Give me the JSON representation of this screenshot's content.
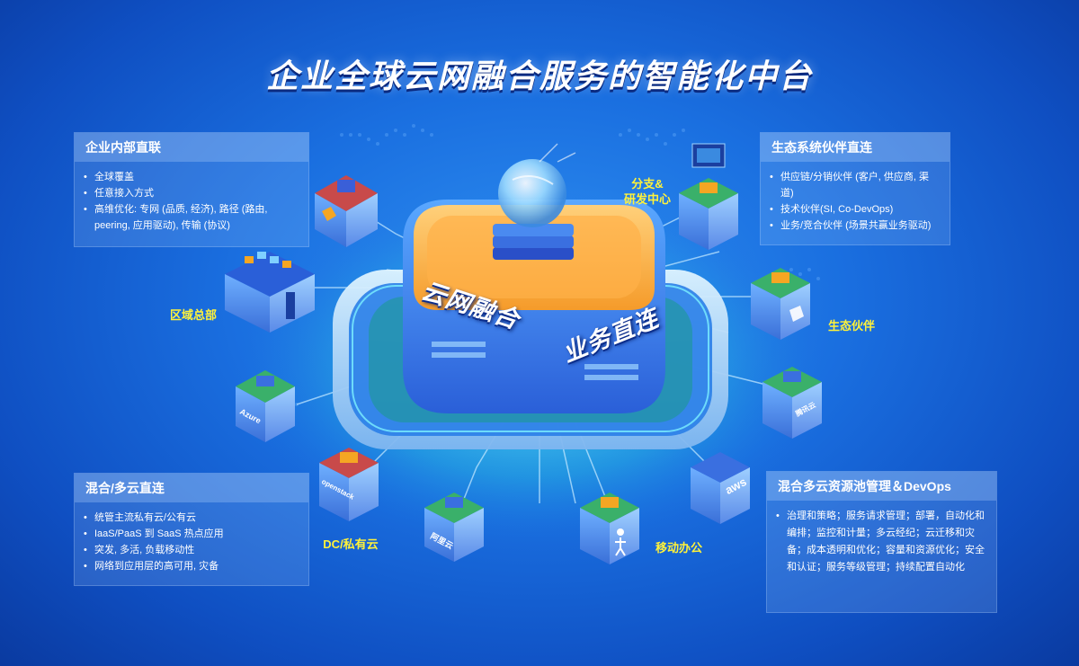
{
  "title": "企业全球云网融合服务的智能化中台",
  "center": {
    "left_text": "云网融合",
    "right_text": "业务直连"
  },
  "panels": {
    "internal": {
      "header": "企业内部直联",
      "items": [
        "全球覆盖",
        "任意接入方式",
        "高维优化: 专网 (品质, 经济), 路径 (路由, peering, 应用驱动), 传输 (协议)"
      ]
    },
    "ecosystem": {
      "header": "生态系统伙伴直连",
      "items": [
        "供应链/分销伙伴 (客户, 供应商, 渠道)",
        "技术伙伴(SI, Co-DevOps)",
        "业务/竞合伙伴 (场景共赢业务驱动)"
      ]
    },
    "hybrid": {
      "header": "混合/多云直连",
      "items": [
        "统管主流私有云/公有云",
        "IaaS/PaaS 到 SaaS 热点应用",
        "突发, 多活, 负载移动性",
        "网络到应用层的高可用, 灾备"
      ]
    },
    "devops": {
      "header": "混合多云资源池管理＆DevOps",
      "items": [
        "治理和策略；服务请求管理；部署，自动化和编排；监控和计量；多云经纪；云迁移和灾备；成本透明和优化；容量和资源优化；安全和认证；服务等级管理；持续配置自动化"
      ]
    }
  },
  "nodes": {
    "branch": "分支&\n研发中心",
    "regional_hq": "区域总部",
    "partner": "生态伙伴",
    "dc": "DC/私有云",
    "mobile": "移动办公"
  },
  "server_logos": {
    "azure": "Azure",
    "openstack": "openstack",
    "aliyun": "阿里云",
    "aws": "aws",
    "tencent": "腾讯云"
  },
  "colors": {
    "label_yellow": "#fff23a",
    "accent_orange": "#f5a623"
  }
}
